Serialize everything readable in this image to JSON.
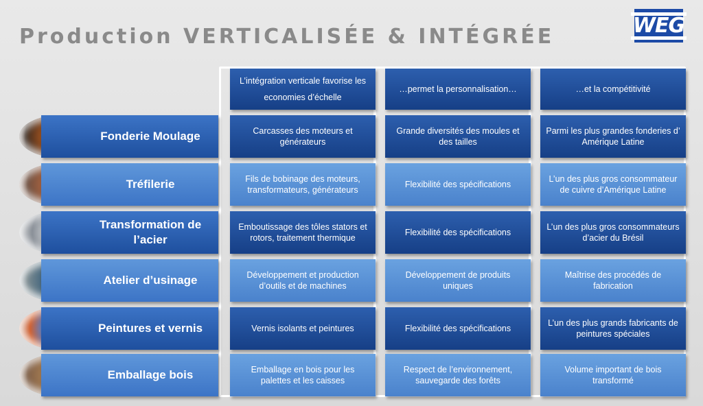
{
  "title": "Production VERTICALISÉE & INTÉGRÉE",
  "logo_text": "WEG",
  "headers": [
    "L’intégration verticale favorise les economies d’échelle",
    "…permet la personnalisation…",
    "…et la compétitivité"
  ],
  "rows": [
    {
      "label": "Fonderie  Moulage",
      "icon": "foundry-photo",
      "cells": [
        "Carcasses des moteurs et générateurs",
        "Grande diversités des moules et des  tailles",
        "Parmi les plus grandes fonderies d’ Amérique Latine"
      ]
    },
    {
      "label": "Tréfilerie",
      "icon": "wire-photo",
      "cells": [
        "Fils  de bobinage  des moteurs, transformateurs, générateurs",
        "Flexibilité des spécifications",
        "L’un des plus gros consommateur de  cuivre d’Amérique Latine"
      ]
    },
    {
      "label": "Transformation de l’acier",
      "icon": "steel-photo",
      "cells": [
        "Emboutissage des  tôles stators et rotors, traitement thermique",
        "Flexibilité des spécifications",
        "L’un des plus gros consommateurs d’acier du Brésil"
      ]
    },
    {
      "label": "Atelier d’usinage",
      "icon": "machining-photo",
      "cells": [
        "Développement et production d’outils  et de machines",
        "Développement de produits uniques",
        "Maîtrise  des  procédés de fabrication"
      ]
    },
    {
      "label": "Peintures et vernis",
      "icon": "paint-photo",
      "cells": [
        "Vernis isolants et peintures",
        "Flexibilité des spécifications",
        "L’un des plus  grands fabricants de peintures spéciales"
      ]
    },
    {
      "label": "Emballage bois",
      "icon": "wood-photo",
      "cells": [
        "Emballage en bois  pour les palettes et les  caisses",
        "Respect de l’environnement, sauvegarde  des forêts",
        "Volume important de bois transformé"
      ]
    }
  ]
}
